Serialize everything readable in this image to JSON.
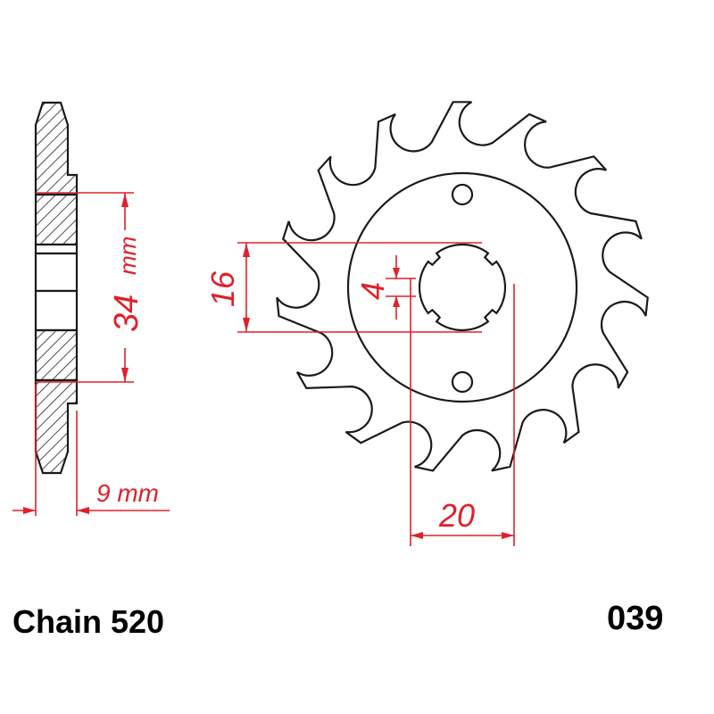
{
  "dimensions": {
    "hub_width": "34",
    "hub_width_unit": "mm",
    "thickness": "9 mm",
    "spline_diameter": "16",
    "spline_key": "4",
    "bore_width": "20"
  },
  "captions": {
    "chain": "Chain 520",
    "part_number": "039"
  },
  "sprocket": {
    "teeth": 15,
    "bolt_holes": 2
  },
  "colors": {
    "outline": "#1a1a1a",
    "dimension": "#e0202a"
  }
}
